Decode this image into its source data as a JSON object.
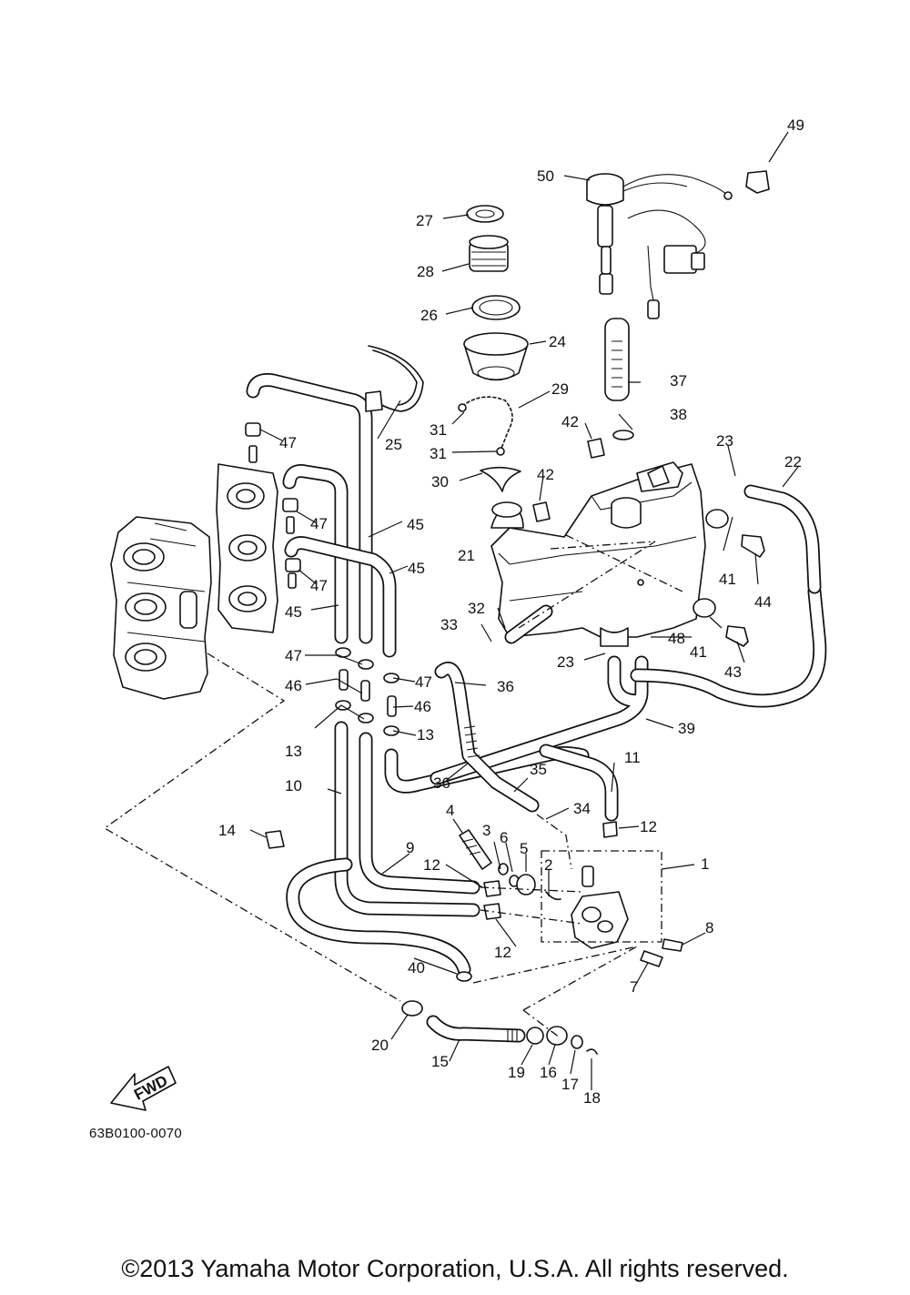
{
  "diagram_code": "63B0100-0070",
  "copyright": "©2013 Yamaha Motor Corporation, U.S.A. All rights reserved.",
  "fwd_label": "FWD",
  "callouts": [
    "1",
    "2",
    "3",
    "4",
    "5",
    "6",
    "7",
    "8",
    "9",
    "10",
    "11",
    "12",
    "13",
    "14",
    "15",
    "16",
    "17",
    "18",
    "19",
    "20",
    "21",
    "22",
    "23",
    "24",
    "25",
    "26",
    "27",
    "28",
    "29",
    "30",
    "31",
    "32",
    "33",
    "34",
    "35",
    "36",
    "37",
    "38",
    "39",
    "40",
    "41",
    "42",
    "43",
    "44",
    "45",
    "46",
    "47",
    "48",
    "49",
    "50"
  ]
}
